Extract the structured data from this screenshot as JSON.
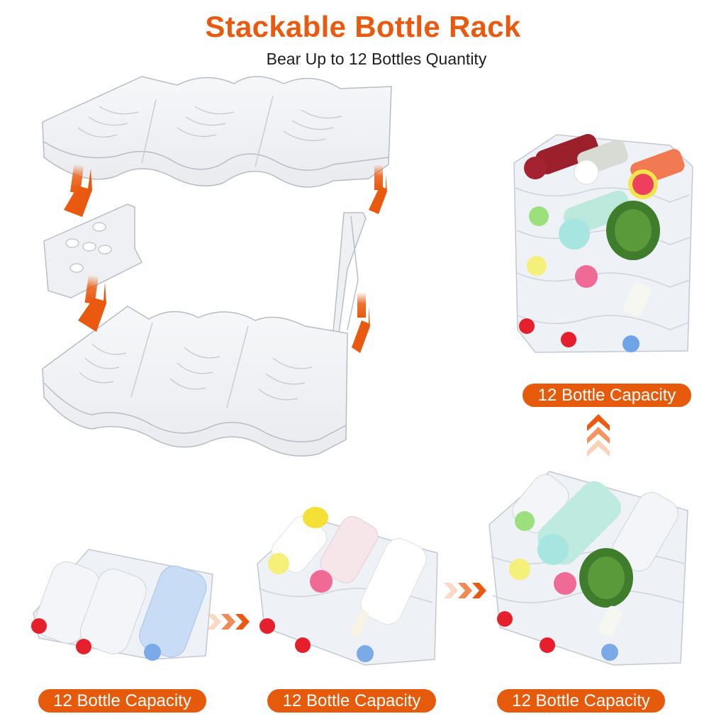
{
  "header": {
    "title": "Stackable Bottle Rack",
    "subtitle": "Bear Up to 12 Bottles Quantity"
  },
  "colors": {
    "accent": "#e9590f",
    "pill_bg": "#e65a0c",
    "pill_text": "#ffffff",
    "subtitle_text": "#1e1e1e",
    "background": "#ffffff"
  },
  "assembly_diagram": {
    "parts": [
      "top-tray",
      "left-side-connector",
      "right-side-connector",
      "bottom-tray"
    ],
    "arrows": [
      "arrow-down-left-upper",
      "arrow-down-left-lower",
      "arrow-down-right-upper",
      "arrow-down-right-lower"
    ]
  },
  "stack_steps": [
    {
      "id": "one-tier",
      "label": "12 Bottle Capacity"
    },
    {
      "id": "two-tier",
      "label": "12 Bottle Capacity"
    },
    {
      "id": "three-tier",
      "label": "12 Bottle Capacity"
    },
    {
      "id": "four-tier",
      "label": "12 Bottle Capacity"
    }
  ],
  "flow_arrows": {
    "step1_to_step2": "chevron-right-icon",
    "step2_to_step3": "chevron-right-icon",
    "step3_to_step4": "chevron-up-icon"
  }
}
